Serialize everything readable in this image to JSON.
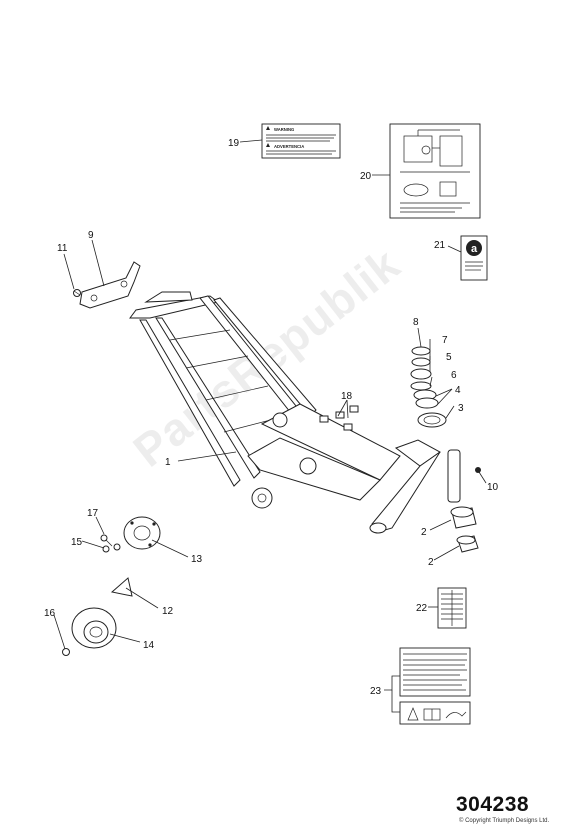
{
  "watermark": "PartsRepublik",
  "catalog_number": "304238",
  "copyright": "© Copyright Triumph Designs Ltd.",
  "labels": {
    "warning_title": "WARNING",
    "advertencia_title": "ADVERTENCIA",
    "badge_letter": "a"
  },
  "callouts": [
    {
      "id": "1",
      "label": "1"
    },
    {
      "id": "2a",
      "label": "2"
    },
    {
      "id": "2b",
      "label": "2"
    },
    {
      "id": "3",
      "label": "3"
    },
    {
      "id": "4",
      "label": "4"
    },
    {
      "id": "5",
      "label": "5"
    },
    {
      "id": "6",
      "label": "6"
    },
    {
      "id": "7",
      "label": "7"
    },
    {
      "id": "8",
      "label": "8"
    },
    {
      "id": "9",
      "label": "9"
    },
    {
      "id": "10",
      "label": "10"
    },
    {
      "id": "11",
      "label": "11"
    },
    {
      "id": "12",
      "label": "12"
    },
    {
      "id": "13",
      "label": "13"
    },
    {
      "id": "14",
      "label": "14"
    },
    {
      "id": "15",
      "label": "15"
    },
    {
      "id": "16",
      "label": "16"
    },
    {
      "id": "17",
      "label": "17"
    },
    {
      "id": "18",
      "label": "18"
    },
    {
      "id": "19",
      "label": "19"
    },
    {
      "id": "20",
      "label": "20"
    },
    {
      "id": "21",
      "label": "21"
    },
    {
      "id": "22",
      "label": "22"
    },
    {
      "id": "23",
      "label": "23"
    }
  ]
}
